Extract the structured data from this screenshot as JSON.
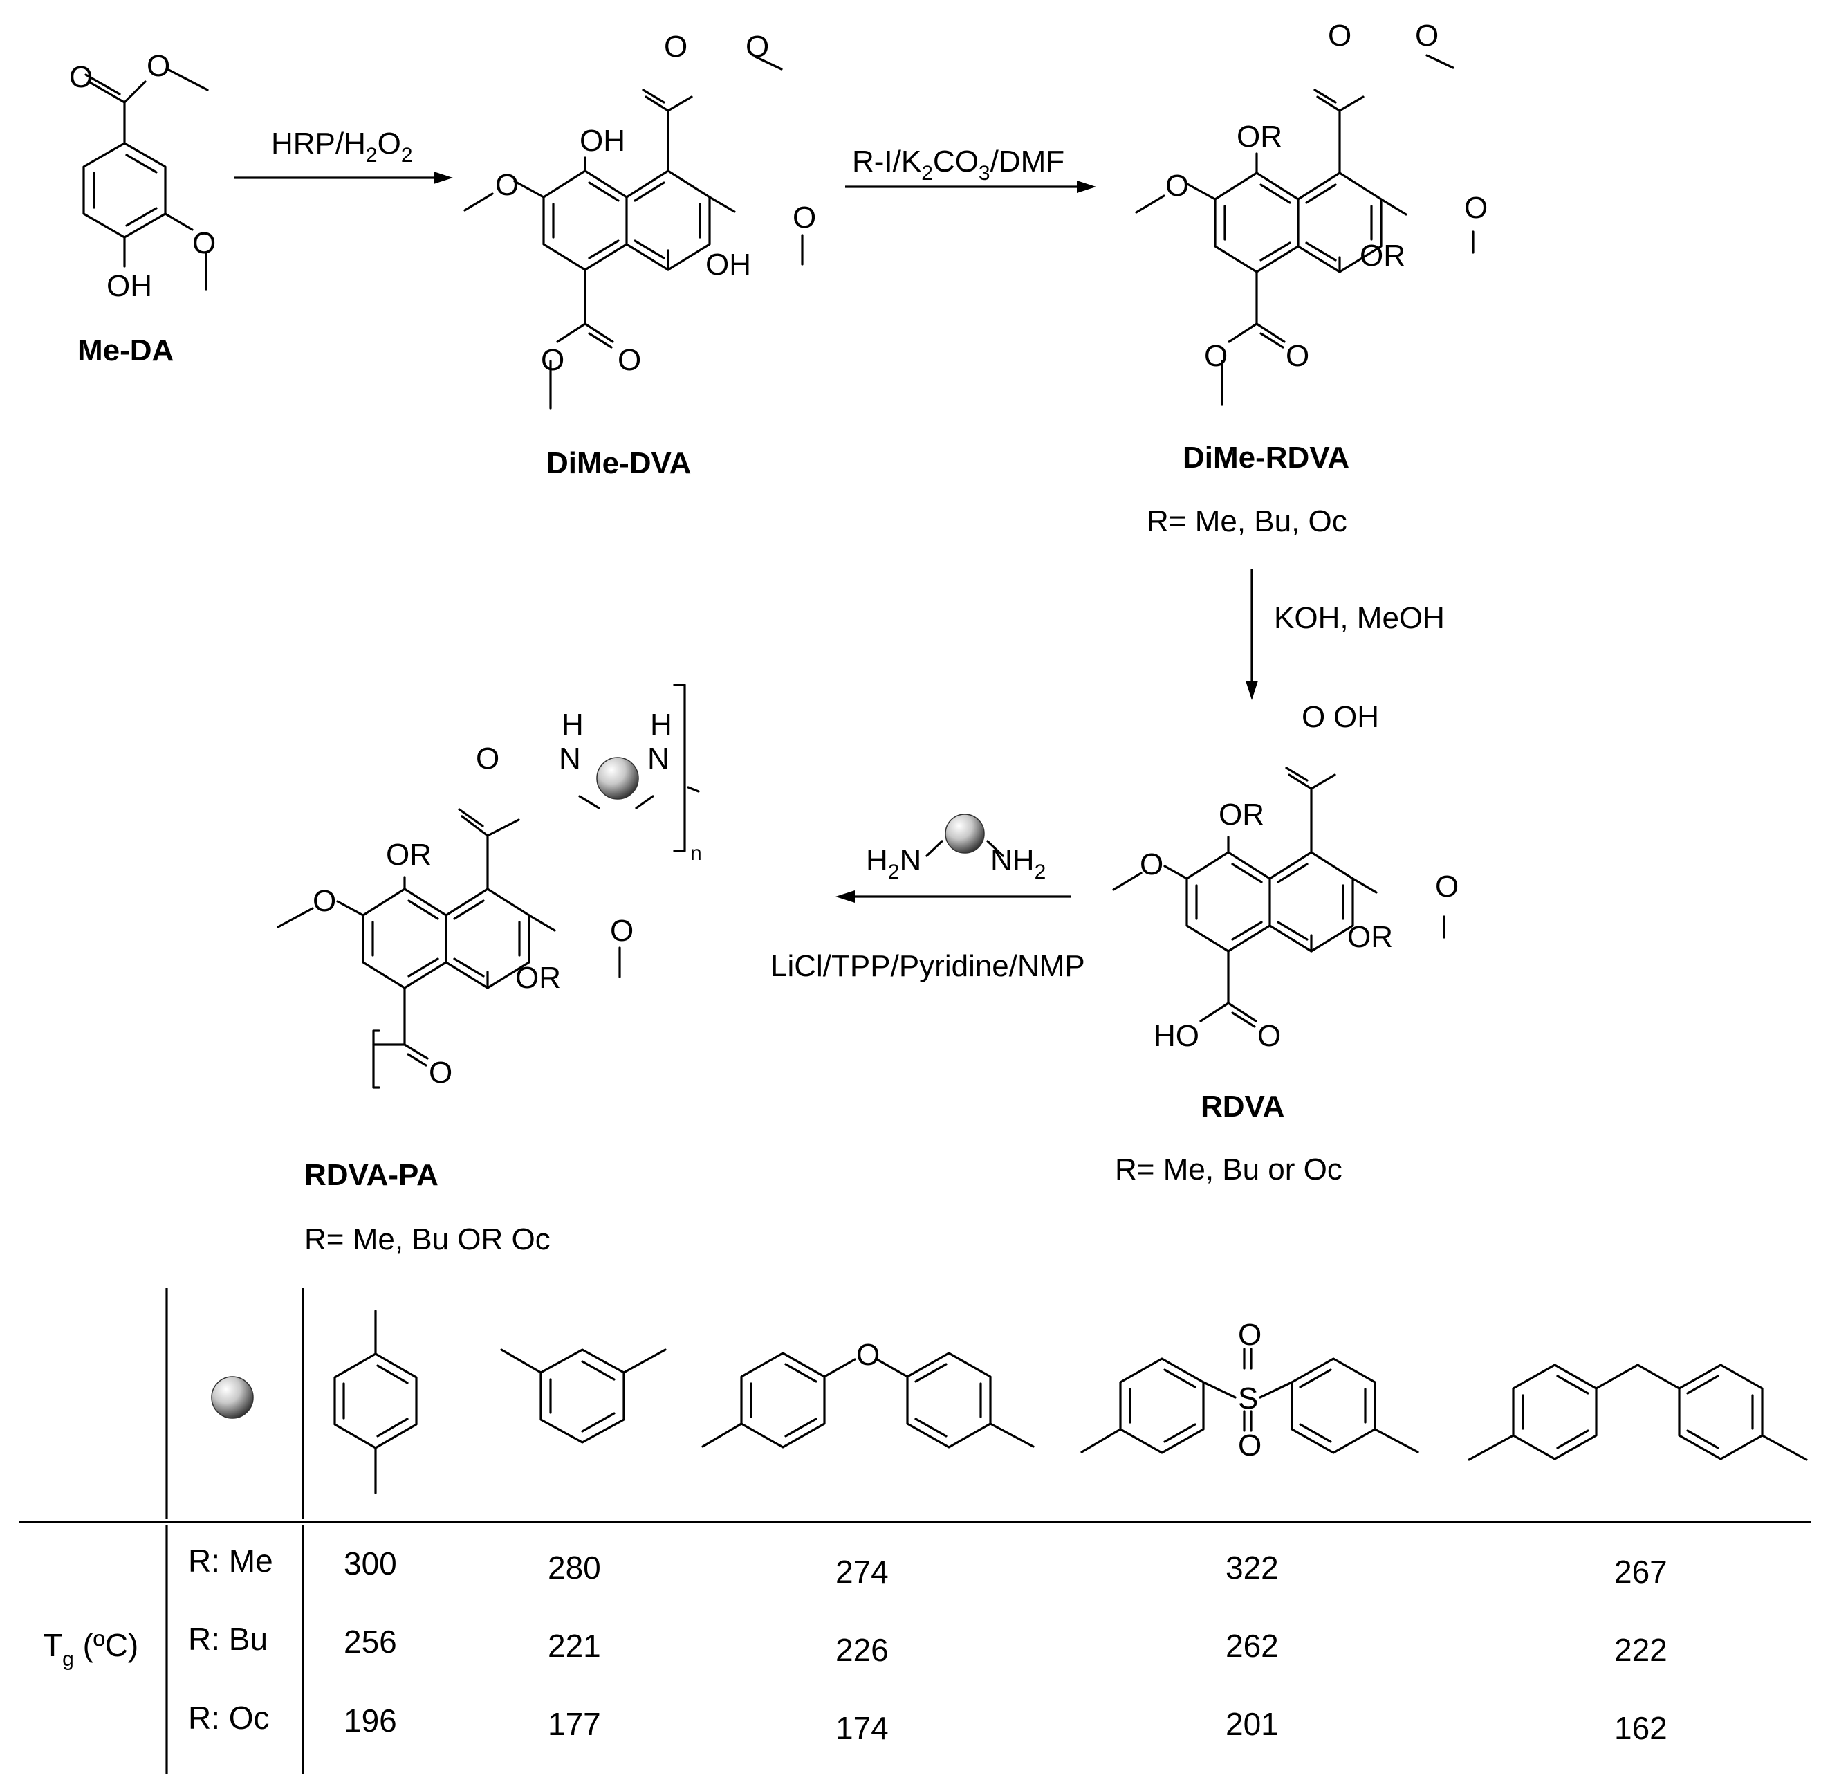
{
  "compounds": {
    "me_da": {
      "name": "Me-DA",
      "oh": "OH",
      "o1": "O",
      "o2": "O",
      "o3": "O"
    },
    "dime_dva": {
      "name": "DiMe-DVA",
      "oh_top": "OH",
      "oh_bottom": "OH",
      "o_a": "O",
      "o_b": "O",
      "o_c": "O",
      "o_d": "O",
      "o_e": "O",
      "o_f": "O"
    },
    "dime_rdva": {
      "name": "DiMe-RDVA",
      "r_note": "R= Me, Bu, Oc",
      "or_top": "OR",
      "or_bottom": "OR",
      "o_a": "O",
      "o_b": "O",
      "o_c": "O",
      "o_d": "O",
      "o_e": "O",
      "o_f": "O"
    },
    "rdva": {
      "name": "RDVA",
      "r_note": "R= Me, Bu or Oc",
      "or_top": "OR",
      "or_bottom": "OR",
      "oh_top": "OH",
      "ho_bottom": "HO",
      "o_a": "O",
      "o_b": "O",
      "o_c": "O",
      "o_d": "O"
    },
    "rdva_pa": {
      "name": "RDVA-PA",
      "r_note": "R= Me, Bu OR Oc",
      "or_top": "OR",
      "or_bottom": "OR",
      "o_a": "O",
      "o_b": "O",
      "o_c": "O",
      "o_d": "O",
      "n1": "N",
      "n2": "N",
      "h1": "H",
      "h2": "H",
      "sub_n": "n"
    }
  },
  "reactions": {
    "step1": {
      "pre": "HRP/H",
      "s1": "2",
      "mid": "O",
      "s2": "2"
    },
    "step2": {
      "pre": "R-I/K",
      "s1": "2",
      "mid": "CO",
      "s2": "3",
      "post": "/DMF"
    },
    "step3": "KOH, MeOH",
    "step4_reagent": {
      "h_left": "H",
      "s_left": "2",
      "n_left": "N",
      "n_right": "NH",
      "s_right": "2"
    },
    "step4_conditions": "LiCl/TPP/Pyridine/NMP"
  },
  "table": {
    "row_header": {
      "main": "T",
      "sub": "g",
      "unit": " (ºC)"
    },
    "linker_atoms": {
      "ether_o": "O",
      "sulfonyl_s": "S",
      "sulfonyl_o1": "O",
      "sulfonyl_o2": "O"
    },
    "row_labels": [
      "R: Me",
      "R: Bu",
      "R: Oc"
    ],
    "values": [
      [
        "300",
        "280",
        "274",
        "322",
        "267"
      ],
      [
        "256",
        "221",
        "226",
        "262",
        "222"
      ],
      [
        "196",
        "177",
        "174",
        "201",
        "162"
      ]
    ]
  }
}
